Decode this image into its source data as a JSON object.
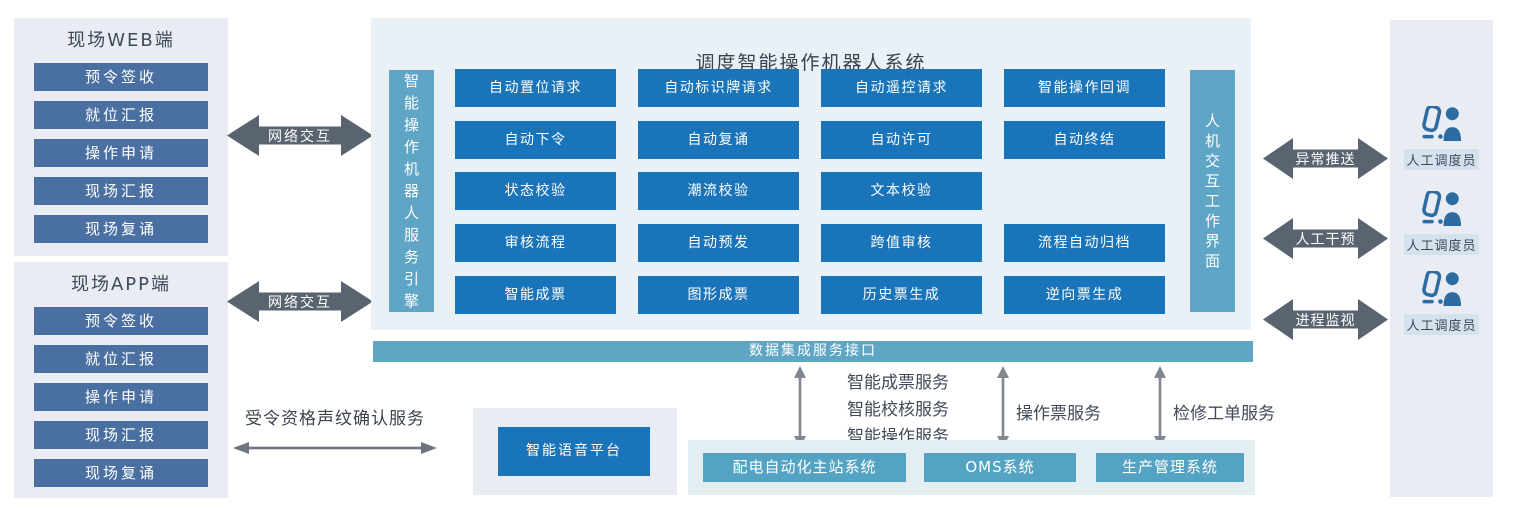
{
  "left_panels": [
    {
      "title": "现场WEB端",
      "items": [
        "预令签收",
        "就位汇报",
        "操作申请",
        "现场汇报",
        "现场复诵"
      ]
    },
    {
      "title": "现场APP端",
      "items": [
        "预令签收",
        "就位汇报",
        "操作申请",
        "现场汇报",
        "现场复诵"
      ]
    }
  ],
  "network_arrows": [
    "网络交互",
    "网络交互"
  ],
  "central": {
    "title": "调度智能操作机器人系统",
    "left_bar": "智能操作机器人服务引擎",
    "right_bar": "人机交互工作界面",
    "modules": [
      {
        "label": "自动置位请求"
      },
      {
        "label": "自动标识牌请求"
      },
      {
        "label": "自动遥控请求"
      },
      {
        "label": "智能操作回调"
      },
      {
        "label": "自动下令"
      },
      {
        "label": "自动复诵"
      },
      {
        "label": "自动许可"
      },
      {
        "label": "自动终结"
      },
      {
        "label": "状态校验"
      },
      {
        "label": "潮流校验"
      },
      {
        "label": "文本校验"
      },
      {
        "label": "审核流程"
      },
      {
        "label": "自动预发"
      },
      {
        "label": "跨值审核"
      },
      {
        "label": "流程自动归档"
      },
      {
        "label": "智能成票"
      },
      {
        "label": "图形成票"
      },
      {
        "label": "历史票生成"
      },
      {
        "label": "逆向票生成"
      }
    ]
  },
  "data_bus": {
    "label": "数据集成服务接口"
  },
  "service_links": [
    {
      "labels": [
        "智能成票服务",
        "智能校核服务",
        "智能操作服务"
      ]
    },
    {
      "labels": [
        "操作票服务"
      ]
    },
    {
      "labels": [
        "检修工单服务"
      ]
    }
  ],
  "external_systems": {
    "items": [
      "配电自动化主站系统",
      "OMS系统",
      "生产管理系统"
    ]
  },
  "voice": {
    "link_label": "受令资格声纹确认服务",
    "platform": "智能语音平台"
  },
  "right_arrows": [
    {
      "label": "异常推送"
    },
    {
      "label": "人工干预"
    },
    {
      "label": "进程监视"
    }
  ],
  "dispatchers": [
    {
      "label": "人工调度员"
    },
    {
      "label": "人工调度员"
    },
    {
      "label": "人工调度员"
    }
  ],
  "icons": {
    "network_arrow": "double-headed-arrow",
    "service_link": "thin-vertical-double-arrow",
    "voice_link": "thin-horizontal-double-arrow",
    "dispatcher": "person-at-workstation"
  },
  "colors": {
    "module_blue": "#1974ba",
    "steel_blue_item": "#4a6fa1",
    "teal_bar": "#5fa5c5",
    "dark_arrow": "#5a6370",
    "light_panel": "#e9ecf2",
    "central_panel": "#e9f1f6",
    "external_panel": "#e3eef3",
    "person_icon": "#2d6ca3"
  }
}
